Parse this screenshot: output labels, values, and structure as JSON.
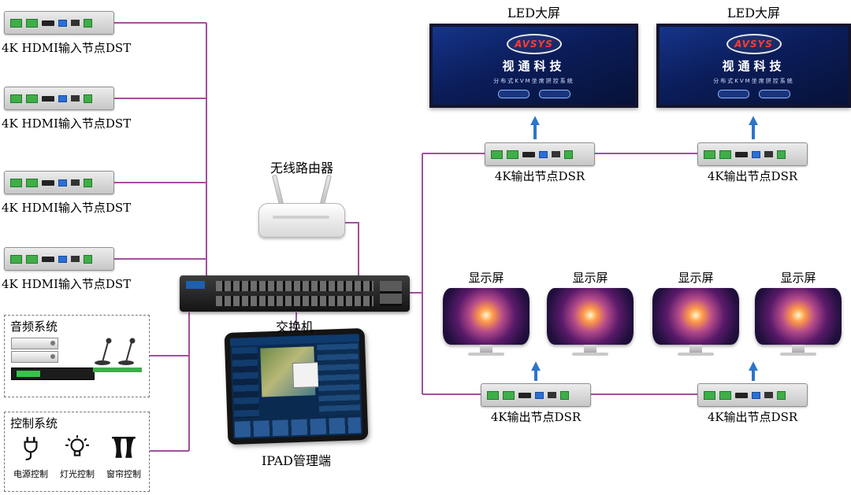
{
  "labels": {
    "dst_node": "4K HDMI输入节点DST",
    "dsr_node": "4K输出节点DSR",
    "led_screen": "LED大屏",
    "display_screen": "显示屏",
    "router": "无线路由器",
    "switch": "交换机",
    "ipad": "IPAD管理端"
  },
  "audio_system": {
    "title": "音频系统"
  },
  "control_system": {
    "title": "控制系统",
    "items": [
      "电源控制",
      "灯光控制",
      "窗帘控制"
    ]
  },
  "led_screen_content": {
    "brand": "AVSYS",
    "brand_cn": "视通科技",
    "subtitle": "分布式KVM坐席拼控系统"
  },
  "colors": {
    "connection_line": "#a0509e",
    "signal_arrow": "#2e75c8"
  }
}
